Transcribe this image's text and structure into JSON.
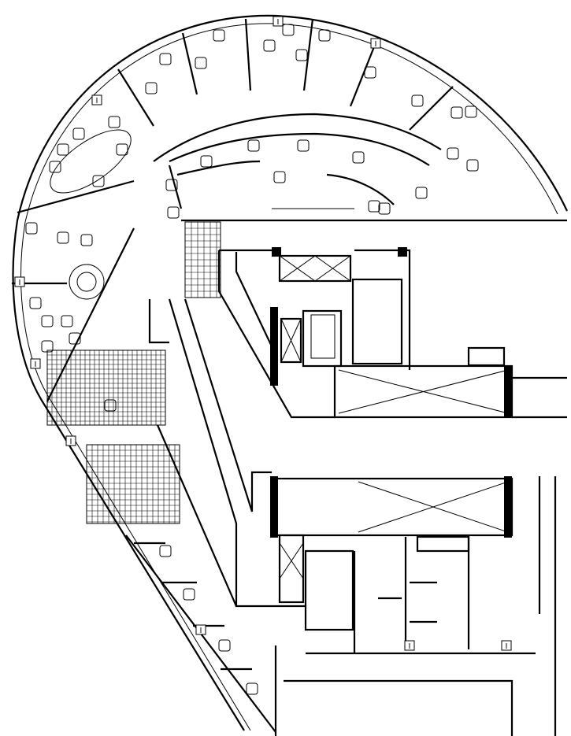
{
  "plan": {
    "markers": [
      {
        "label": "I"
      },
      {
        "label": "I"
      },
      {
        "label": "I"
      },
      {
        "label": "I"
      },
      {
        "label": "I"
      },
      {
        "label": "I"
      },
      {
        "label": "I"
      },
      {
        "label": "I"
      },
      {
        "label": "I"
      }
    ]
  }
}
